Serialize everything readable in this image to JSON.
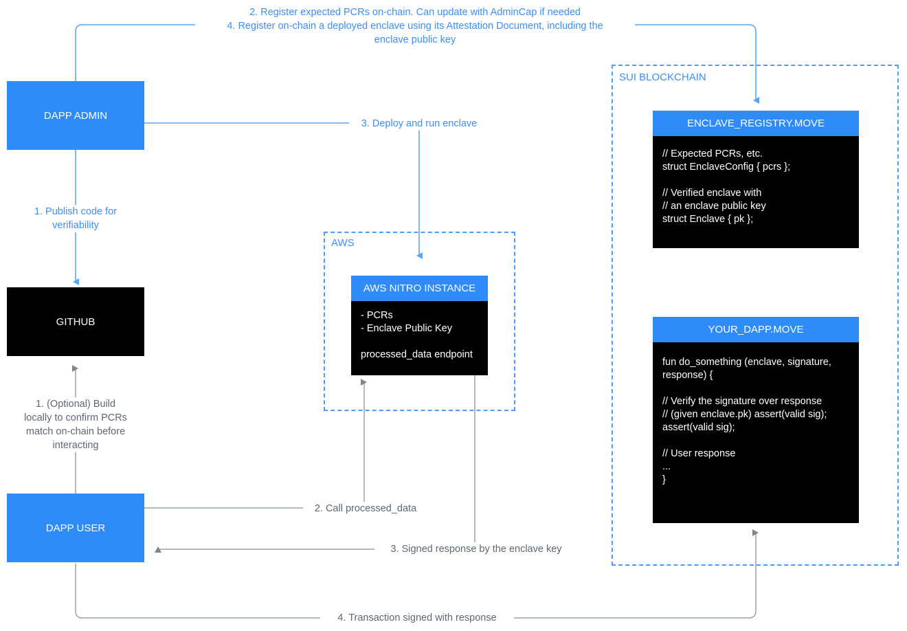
{
  "diagram": {
    "title": "Sui Nitro Enclave attestation architecture",
    "colors": {
      "blue": "#2e8bf7",
      "blue_line": "#5aa5f9",
      "gray_line": "#9aa0a6",
      "black": "#000000",
      "label_gray": "#5f6673",
      "label_blue": "#3d8ef5",
      "background": "#ffffff"
    }
  },
  "groups": [
    {
      "id": "sui",
      "label": "SUI BLOCKCHAIN"
    },
    {
      "id": "aws",
      "label": "AWS"
    }
  ],
  "nodes": {
    "dapp_admin": {
      "label": "DAPP ADMIN"
    },
    "github": {
      "label": "GITHUB"
    },
    "dapp_user": {
      "label": "DAPP USER"
    },
    "aws_nitro": {
      "title": "AWS NITRO INSTANCE",
      "body": "- PCRs\n- Enclave Public Key\n\nprocessed_data endpoint"
    },
    "enclave_registry": {
      "title": "ENCLAVE_REGISTRY.MOVE",
      "body": "// Expected PCRs, etc.\nstruct EnclaveConfig { pcrs };\n\n// Verified enclave with\n// an enclave public key\nstruct Enclave { pk };"
    },
    "your_dapp": {
      "title": "YOUR_DAPP.MOVE",
      "body": "fun do_something (enclave, signature,\nresponse) {\n\n// Verify the signature over response\n// (given enclave.pk) assert(valid sig);\nassert(valid sig);\n\n// User response\n...\n}"
    }
  },
  "edge_labels": {
    "register_pcrs": "2. Register expected PCRs on-chain. Can update with AdminCap if needed\n4. Register on-chain a deployed enclave using its Attestation Document, including the\nenclave public key",
    "publish_code": "1. Publish code for\nverifiability",
    "deploy_enclave": "3. Deploy and run enclave",
    "optional_build": "1. (Optional) Build\nlocally to confirm PCRs\nmatch on-chain before\ninteracting",
    "call_processed_data": "2. Call processed_data",
    "signed_response": "3. Signed response by the enclave key",
    "transaction_signed": "4. Transaction signed with response"
  }
}
